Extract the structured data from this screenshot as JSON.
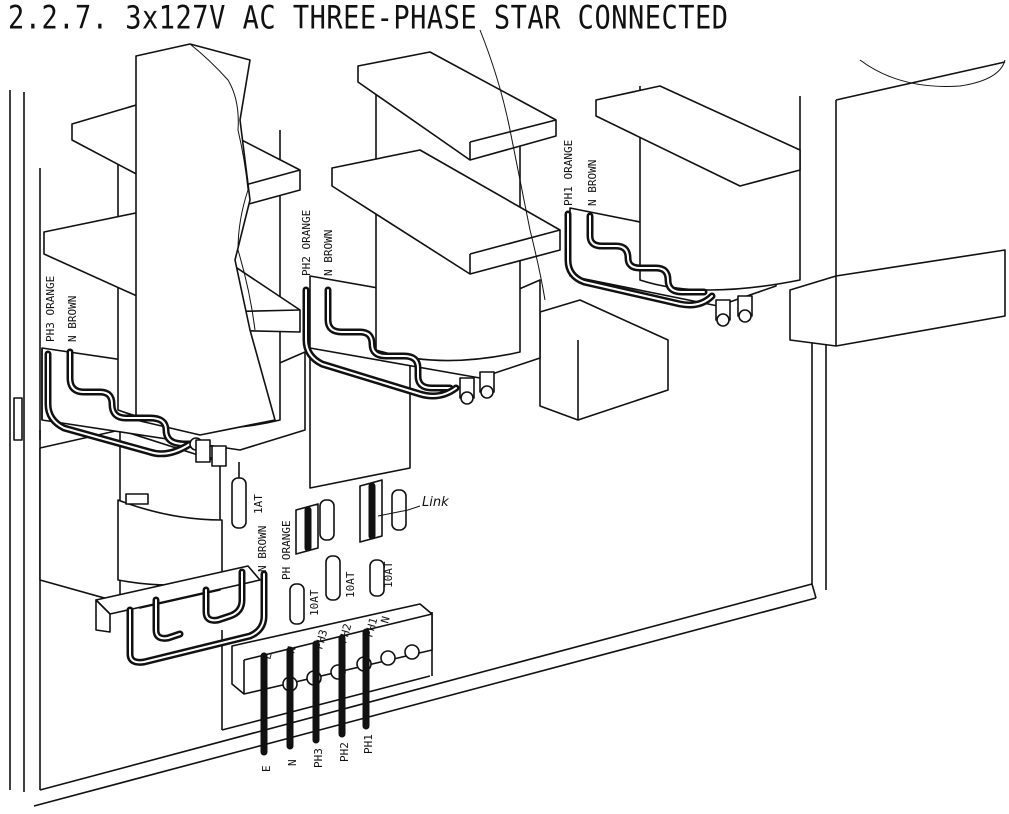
{
  "title": "2.2.7. 3x127V AC THREE-PHASE STAR CONNECTED",
  "transformers": [
    {
      "phase_label": "PH3 ORANGE",
      "neutral_label": "N  BROWN"
    },
    {
      "phase_label": "PH2 ORANGE",
      "neutral_label": "N  BROWN"
    },
    {
      "phase_label": "PH1 ORANGE",
      "neutral_label": "N  BROWN"
    }
  ],
  "small_transformer": {
    "neutral_label": "N BROWN",
    "phase_label": "PH ORANGE"
  },
  "fuses": {
    "fuse_1": "1AT",
    "fuse_2": "10AT",
    "fuse_3": "10AT",
    "fuse_4": "10AT"
  },
  "link_label": "Link",
  "terminal_block": {
    "top_labels": [
      "E",
      "N",
      "PH3",
      "PH2",
      "PH1",
      "N"
    ],
    "bottom_labels": [
      "E",
      "N",
      "PH3",
      "PH2",
      "PH1"
    ]
  }
}
